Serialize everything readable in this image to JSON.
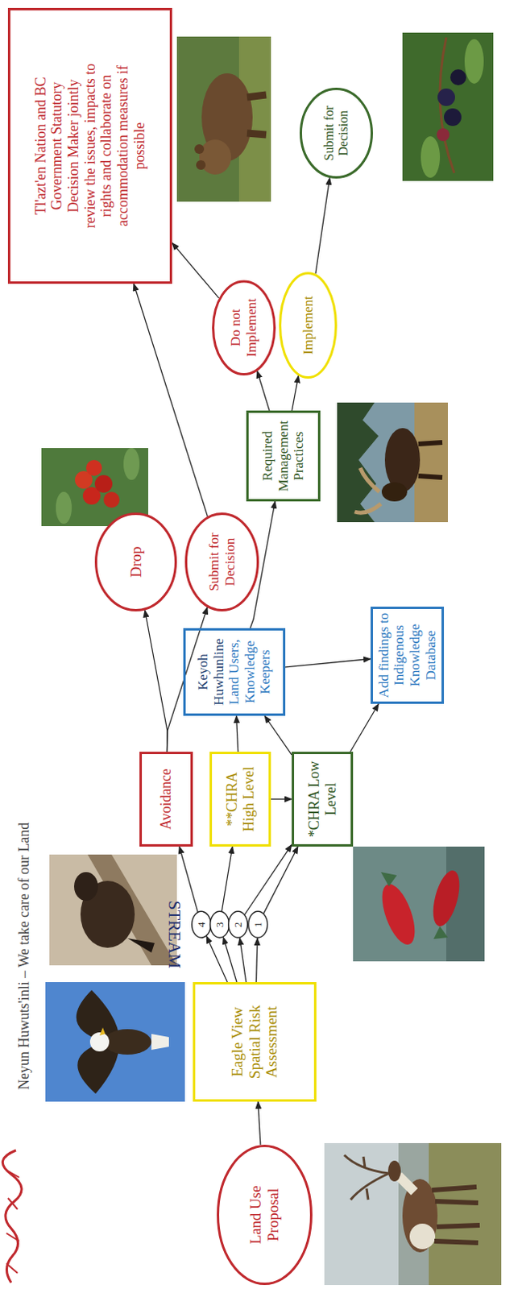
{
  "diagram": {
    "title": "Neyun Huwuts'inli – We take care of our Land",
    "nodes": [
      {
        "text": [
          "Land Use Proposal"
        ]
      },
      {
        "text": [
          "Eagle View Spatial Risk Assessment"
        ]
      },
      {
        "text": [
          "4"
        ]
      },
      {
        "text": [
          "3"
        ]
      },
      {
        "text": [
          "2"
        ]
      },
      {
        "text": [
          "1"
        ]
      },
      {
        "text": [
          "Avoidance"
        ]
      },
      {
        "text": [
          "**CHRA High Level"
        ]
      },
      {
        "text": [
          "*CHRA Low Level"
        ]
      },
      {
        "text": [
          "Keyoh Huwhunline",
          "Land Users, Knowledge Keepers"
        ]
      },
      {
        "text": [
          "Add findings to Indigenous Knowledge Database"
        ]
      },
      {
        "text": [
          "Drop"
        ]
      },
      {
        "text": [
          "Submit for Decision"
        ]
      },
      {
        "text": [
          "Required Management Practices"
        ]
      },
      {
        "text": [
          "Do not Implement"
        ]
      },
      {
        "text": [
          "Implement"
        ]
      },
      {
        "text": [
          "Tl'azt'en Nation and BC Government Statutory Decision Maker jointly review the issues, impacts to rights and collaborate on accommodation measures if possible"
        ]
      },
      {
        "text": [
          "Submit for Decision"
        ]
      }
    ],
    "edges": [
      {
        "from": 0,
        "to": 1,
        "arrow": "to"
      },
      {
        "from": 1,
        "to": 2,
        "arrow": "to"
      },
      {
        "from": 1,
        "to": 3,
        "arrow": "to"
      },
      {
        "from": 1,
        "to": 4,
        "arrow": "to"
      },
      {
        "from": 1,
        "to": 5,
        "arrow": "to"
      },
      {
        "from": 2,
        "to": 6,
        "arrow": "to"
      },
      {
        "from": 3,
        "to": 7,
        "arrow": "to"
      },
      {
        "from": 4,
        "to": 8,
        "arrow": "to"
      },
      {
        "from": 5,
        "to": 8,
        "arrow": "to"
      },
      {
        "from": 7,
        "to": 8,
        "arrow": "to"
      },
      {
        "from": 7,
        "to": 9,
        "arrow": "to"
      },
      {
        "from": 8,
        "to": 9,
        "arrow": "to"
      },
      {
        "from": 8,
        "to": 10,
        "arrow": "to"
      },
      {
        "from": 9,
        "to": 10,
        "arrow": "to"
      },
      {
        "from": 6,
        "to": 11,
        "arrow": "to"
      },
      {
        "from": 6,
        "to": 12,
        "arrow": "to"
      },
      {
        "from": 9,
        "to": 13,
        "arrow": "to"
      },
      {
        "from": 13,
        "to": 14,
        "arrow": "to"
      },
      {
        "from": 13,
        "to": 15,
        "arrow": "to"
      },
      {
        "from": 15,
        "to": 17,
        "arrow": "to"
      },
      {
        "from": 14,
        "to": 16,
        "arrow": "to"
      },
      {
        "from": 12,
        "to": 16,
        "arrow": "to"
      }
    ],
    "labels": [
      "STREAM"
    ]
  }
}
